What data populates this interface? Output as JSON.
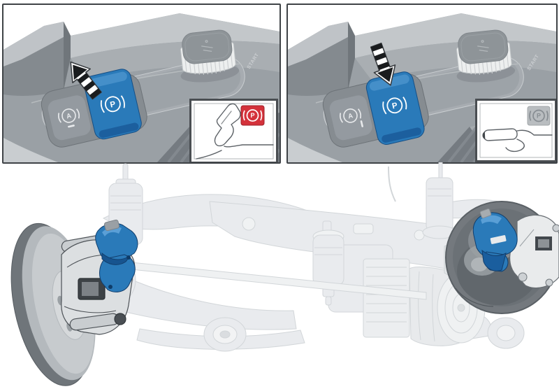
{
  "colors": {
    "panel_border": "#3f4347",
    "console_gray": "#9aa0a5",
    "highlight_blue": "#2a7ab9",
    "switch_blue_deep": "#1c5f9e",
    "warning_red": "#d4323b",
    "indicator_off_gray": "#b9bdc0",
    "watermark_gray": "#e9ebee"
  },
  "panels": [
    {
      "name": "apply-parking-brake",
      "arrow_direction": "up",
      "arrow_icon": "striped-arrow-icon",
      "console_label": "START",
      "auto_hold_switch": {
        "icon": "circle-a-auto-hold-icon",
        "letter": "A"
      },
      "parking_brake_switch": {
        "icon": "circle-p-parking-brake-icon",
        "letter": "P",
        "color": "#2a7ab9"
      },
      "inset": {
        "lever_state": "handbrake-lever-raised",
        "indicator_icon": "circle-p-indicator-icon",
        "indicator_letter": "P",
        "indicator_color": "#d4323b",
        "symbol_color": "#ffffff"
      }
    },
    {
      "name": "release-parking-brake",
      "arrow_direction": "down",
      "arrow_icon": "striped-arrow-icon",
      "console_label": "START",
      "auto_hold_switch": {
        "icon": "circle-a-auto-hold-icon",
        "letter": "A"
      },
      "parking_brake_switch": {
        "icon": "circle-p-parking-brake-icon",
        "letter": "P",
        "color": "#2a7ab9"
      },
      "inset": {
        "lever_state": "handbrake-lever-lowered",
        "indicator_icon": "circle-p-indicator-icon",
        "indicator_letter": "P",
        "indicator_color": "#b9bdc0",
        "symbol_color": "#878d92"
      }
    }
  ],
  "axle_illustration": {
    "highlight_color": "#2a7ab9",
    "highlighted_parts": [
      "left-parking-brake-actuator",
      "right-parking-brake-actuator"
    ]
  }
}
